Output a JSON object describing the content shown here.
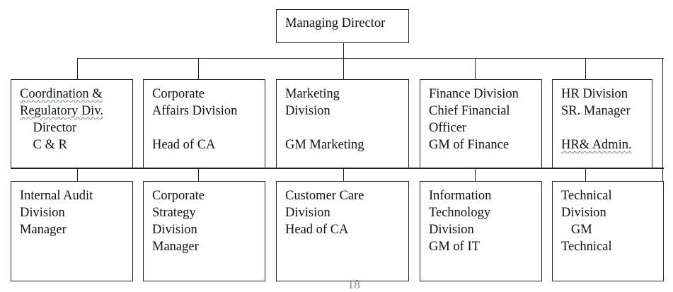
{
  "root": {
    "lines": [
      "Managing Director"
    ]
  },
  "top_row": [
    {
      "lines": [
        "Coordination &",
        "Regulatory Div.",
        "    Director",
        "    C & R"
      ]
    },
    {
      "lines": [
        "Corporate",
        "Affairs Division",
        "",
        "Head of CA"
      ]
    },
    {
      "lines": [
        "Marketing",
        "Division",
        "",
        "GM Marketing"
      ]
    },
    {
      "lines": [
        "Finance Division",
        "Chief Financial",
        "Officer",
        "GM of Finance"
      ]
    },
    {
      "lines": [
        "HR Division",
        "SR. Manager",
        "",
        "HR& Admin."
      ]
    }
  ],
  "bottom_row": [
    {
      "lines": [
        "Internal Audit",
        "Division",
        "Manager"
      ]
    },
    {
      "lines": [
        "Corporate",
        "Strategy",
        "Division",
        "Manager"
      ]
    },
    {
      "lines": [
        "Customer Care",
        "Division",
        "Head of CA"
      ]
    },
    {
      "lines": [
        "Information",
        "Technology",
        "Division",
        "GM of IT"
      ]
    },
    {
      "lines": [
        "Technical",
        "Division",
        "   GM",
        "Technical"
      ]
    }
  ],
  "page_number": "18"
}
